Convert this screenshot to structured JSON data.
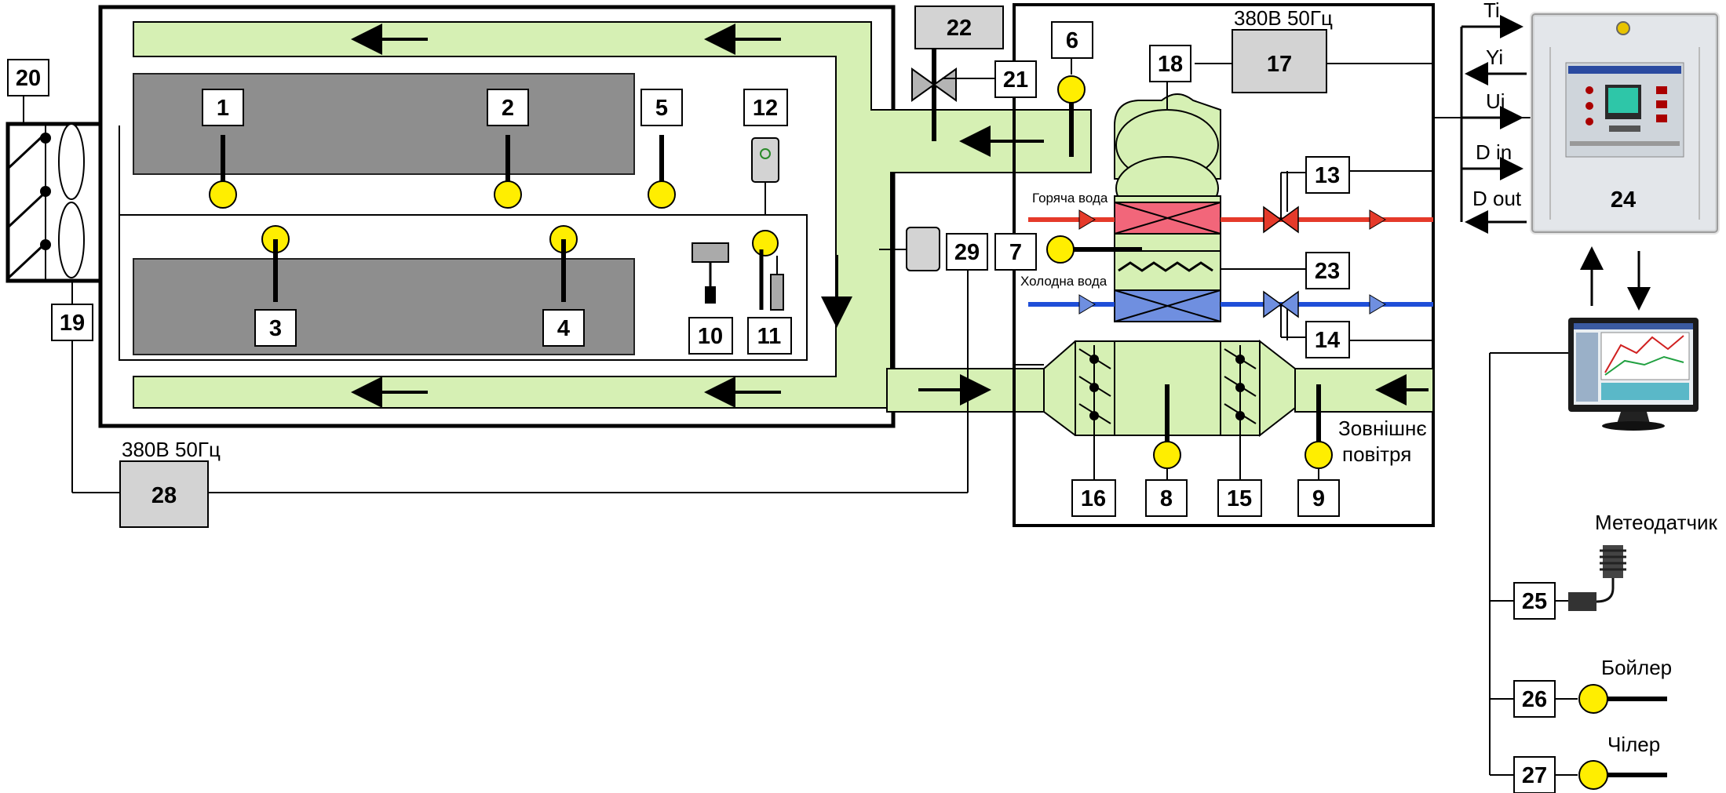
{
  "labels": {
    "n1": "1",
    "n2": "2",
    "n3": "3",
    "n4": "4",
    "n5": "5",
    "n6": "6",
    "n7": "7",
    "n8": "8",
    "n9": "9",
    "n10": "10",
    "n11": "11",
    "n12": "12",
    "n13": "13",
    "n14": "14",
    "n15": "15",
    "n16": "16",
    "n17": "17",
    "n18": "18",
    "n19": "19",
    "n20": "20",
    "n21": "21",
    "n22": "22",
    "n23": "23",
    "n24": "24",
    "n25": "25",
    "n26": "26",
    "n27": "27",
    "n28": "28",
    "n29": "29"
  },
  "captions": {
    "power_17": "380В 50Гц",
    "power_28": "380В 50Гц",
    "hot_water": "Горяча вода",
    "cold_water": "Холодна вода",
    "outside_air_1": "Зовнішнє",
    "outside_air_2": "повітря",
    "weather_sensor": "Метеодатчик",
    "boiler": "Бойлер",
    "chiller": "Чілер"
  },
  "controller_io": {
    "ti": "Ti",
    "yi": "Yi",
    "ui": "Ui",
    "d_in": "D in",
    "d_out": "D out"
  },
  "colors": {
    "duct": "#d6f0b4",
    "sensor": "#ffee00",
    "hot": "#e53a2a",
    "hot_coil": "#f2667a",
    "cold": "#1f4fd8",
    "cold_coil": "#6f8fe0",
    "panel_gray": "#8e8e8e",
    "box_gray": "#d3d3d3"
  },
  "icons": [
    "fan-icon",
    "valve-icon",
    "temperature-sensor-icon",
    "monitor-icon",
    "controller-panel-icon",
    "weather-sensor-icon"
  ]
}
